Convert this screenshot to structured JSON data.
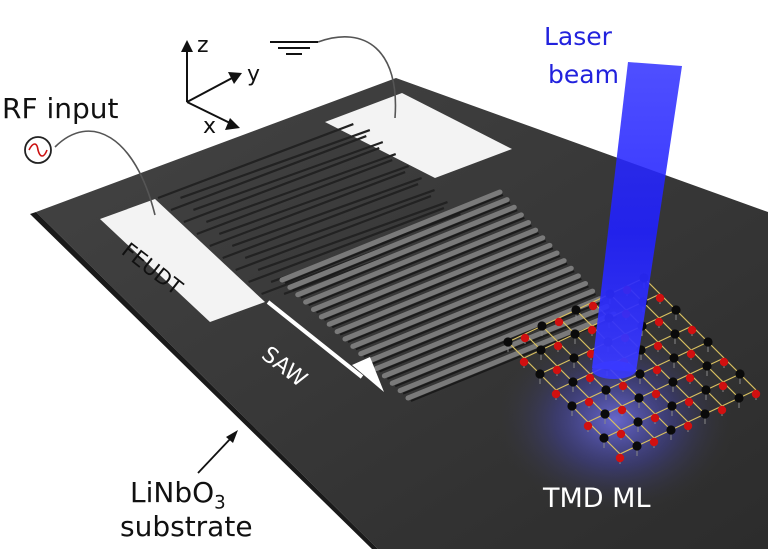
{
  "labels": {
    "axis_z": "z",
    "axis_y": "y",
    "axis_x": "x",
    "rf_input": "RF input",
    "laser_line1": "Laser",
    "laser_line2": "beam",
    "feudt": "FEUDT",
    "saw": "SAW",
    "substrate_line1_main": "LiNbO",
    "substrate_line1_sub": "3",
    "substrate_line2": "substrate",
    "tmd": "TMD ML"
  },
  "colors": {
    "substrate": "#3a3a3a",
    "substrate_edge": "#1e1e1e",
    "electrode": "#f2f2f2",
    "laser": "#2a2aff",
    "atom_black": "#0a0a0a",
    "atom_red": "#d01010",
    "bond": "#d8c060"
  },
  "lattice": {
    "rows": 8,
    "cols": 9
  },
  "idt": {
    "finger_count": 18
  },
  "saw_ridges": {
    "count": 17
  }
}
